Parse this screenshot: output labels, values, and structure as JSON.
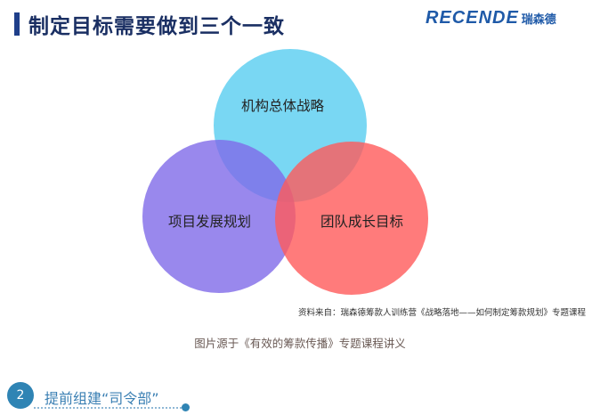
{
  "header": {
    "title": "制定目标需要做到三个一致"
  },
  "logo": {
    "text": "RECENDE",
    "cn": "瑞森德"
  },
  "venn": {
    "circles": [
      {
        "label": "机构总体战略",
        "color": "#57cdf0"
      },
      {
        "label": "项目发展规划",
        "color": "#7f6ae8"
      },
      {
        "label": "团队成长目标",
        "color": "#ff5a5a"
      }
    ]
  },
  "source_note": "资料来自：瑞森德筹款人训练营《战略落地——如何制定筹款规划》专题课程",
  "caption": "图片源于《有效的筹款传播》专题课程讲义",
  "footer": {
    "step_number": "2",
    "step_label": "提前组建“司令部”"
  }
}
